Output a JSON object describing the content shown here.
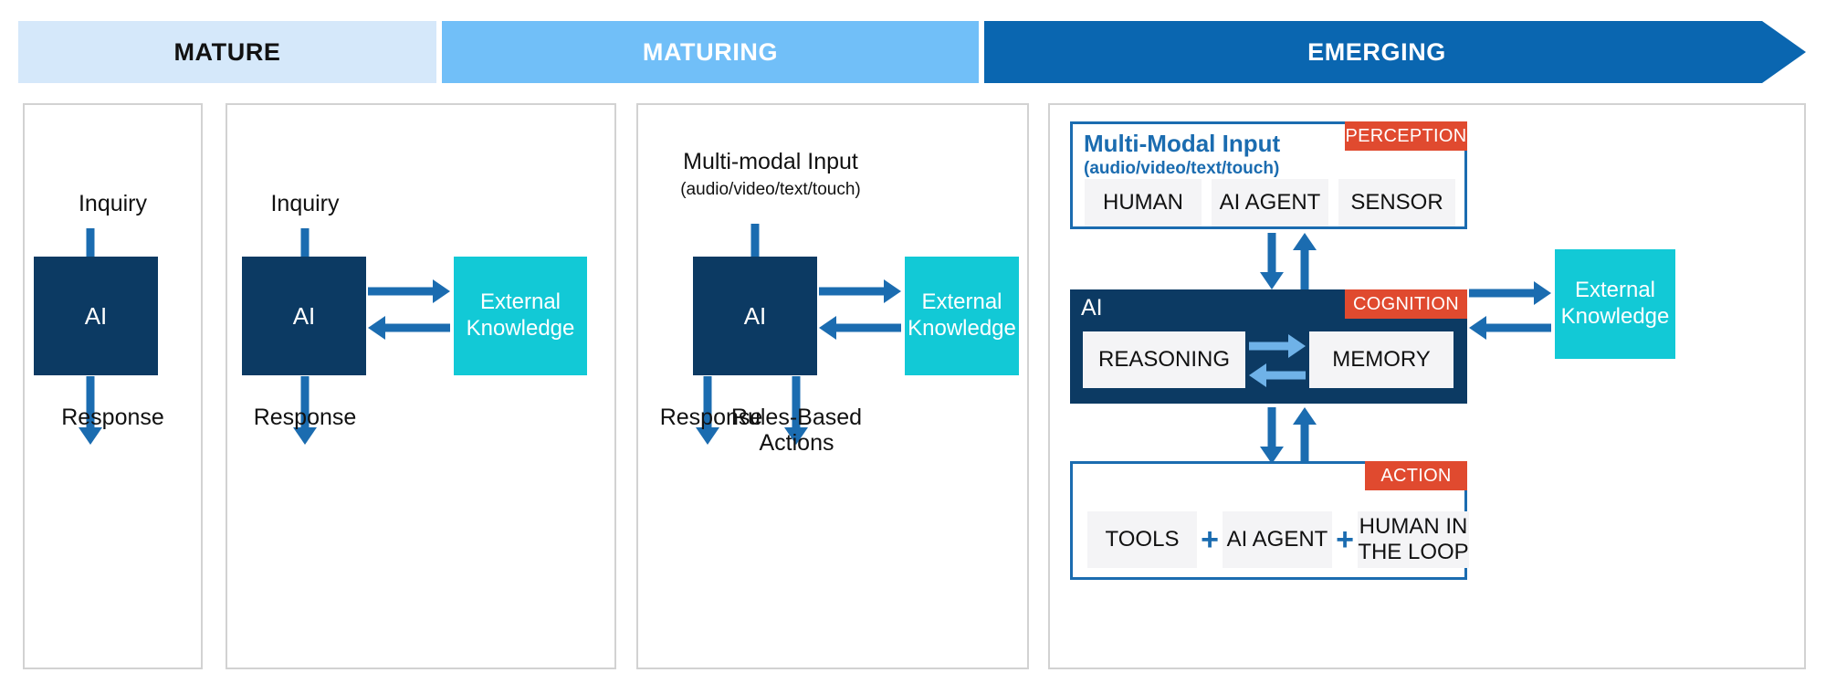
{
  "banners": [
    {
      "label": "MATURE"
    },
    {
      "label": "MATURING"
    },
    {
      "label": "EMERGING"
    }
  ],
  "colors": {
    "banner_mature_bg": "#d5e8fa",
    "banner_maturing_bg": "#71bff8",
    "banner_emerging_bg": "#0a66b0",
    "ai_navy": "#0c3a63",
    "external_knowledge_cyan": "#12c9d6",
    "arrow_blue": "#1b6cb0",
    "arrow_light_blue": "#6fb2e8",
    "badge_orange": "#e04a2f",
    "panel_border": "#d2d2d2",
    "section_border_blue": "#1b6cb0",
    "chip_gray": "#f4f4f6"
  },
  "panel1": {
    "input_label": "Inquiry",
    "ai_label": "AI",
    "output_label": "Response"
  },
  "panel2": {
    "input_label": "Inquiry",
    "ai_label": "AI",
    "output_label": "Response",
    "external_knowledge_label": "External\nKnowledge"
  },
  "panel3": {
    "input_label": "Multi-modal Input",
    "input_sublabel": "(audio/video/text/touch)",
    "ai_label": "AI",
    "output_label_1": "Response",
    "output_label_2": "Rules-Based\nActions",
    "external_knowledge_label": "External\nKnowledge"
  },
  "panel4": {
    "perception": {
      "badge": "PERCEPTION",
      "title": "Multi-Modal Input",
      "subtitle": "(audio/video/text/touch)",
      "chips": [
        "HUMAN",
        "AI AGENT",
        "SENSOR"
      ]
    },
    "cognition": {
      "badge": "COGNITION",
      "ai_tag": "AI",
      "chips": [
        "REASONING",
        "MEMORY"
      ]
    },
    "action": {
      "badge": "ACTION",
      "chips": [
        "TOOLS",
        "AI AGENT",
        "HUMAN IN\nTHE LOOP"
      ],
      "separator": "+"
    },
    "external_knowledge_label": "External\nKnowledge"
  }
}
